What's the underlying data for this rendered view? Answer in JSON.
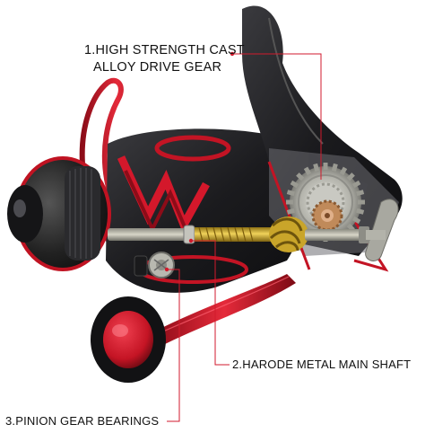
{
  "callouts": {
    "drive_gear": {
      "line1": "1.HIGH STRENGTH CAST",
      "line2": "ALLOY DRIVE GEAR"
    },
    "main_shaft": "2.HARODE METAL MAIN SHAFT",
    "pinion_bearings": "3.PINION GEAR BEARINGS"
  },
  "colors": {
    "accent_red": "#d4182b",
    "body_black": "#1c1c1f",
    "shaft_gold": "#c9a52a",
    "gear_silver": "#b9b9b3",
    "bronze": "#c08a5a"
  }
}
